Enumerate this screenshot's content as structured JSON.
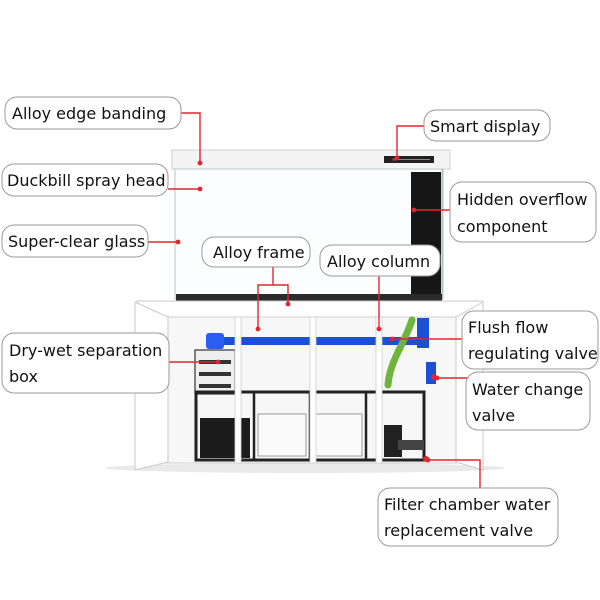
{
  "labels": {
    "alloy_edge_banding": "Alloy edge banding",
    "duckbill_spray_head": "Duckbill spray head",
    "super_clear_glass": "Super-clear glass",
    "alloy_frame": "Alloy frame",
    "alloy_column": "Alloy column",
    "smart_display": "Smart display",
    "hidden_overflow_line1": "Hidden overflow",
    "hidden_overflow_line2": "component",
    "dry_wet_line1": "Dry-wet separation",
    "dry_wet_line2": "box",
    "flush_flow_line1": "Flush flow",
    "flush_flow_line2": "regulating valve",
    "water_change_line1": "Water change",
    "water_change_line2": "valve",
    "filter_chamber_line1": "Filter chamber water",
    "filter_chamber_line2": "replacement valve"
  },
  "colors": {
    "leader": "#e0262e",
    "box_border": "#9a9a9a",
    "tank_light": "#bfe0f7",
    "pipe_blue": "#1a4fd6",
    "pipe_green": "#6fb43c",
    "cabinet": "#ffffff",
    "overflow": "#111111"
  }
}
